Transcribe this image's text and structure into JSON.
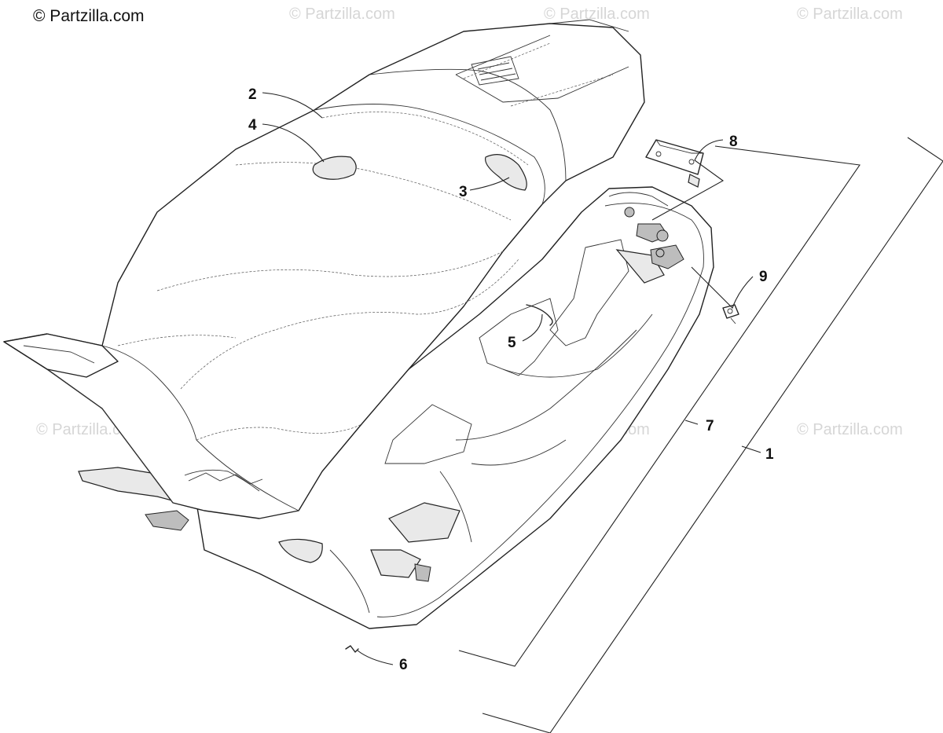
{
  "brand": "© Partzilla.com",
  "watermark_text": "© Partzilla.com",
  "callouts": [
    {
      "id": "1",
      "label": "1"
    },
    {
      "id": "2",
      "label": "2"
    },
    {
      "id": "3",
      "label": "3"
    },
    {
      "id": "4",
      "label": "4"
    },
    {
      "id": "5",
      "label": "5"
    },
    {
      "id": "6",
      "label": "6"
    },
    {
      "id": "7",
      "label": "7"
    },
    {
      "id": "8",
      "label": "8"
    },
    {
      "id": "9",
      "label": "9"
    }
  ],
  "colors": {
    "line": "#222222",
    "watermark": "#d6d6d6",
    "background": "#ffffff"
  }
}
